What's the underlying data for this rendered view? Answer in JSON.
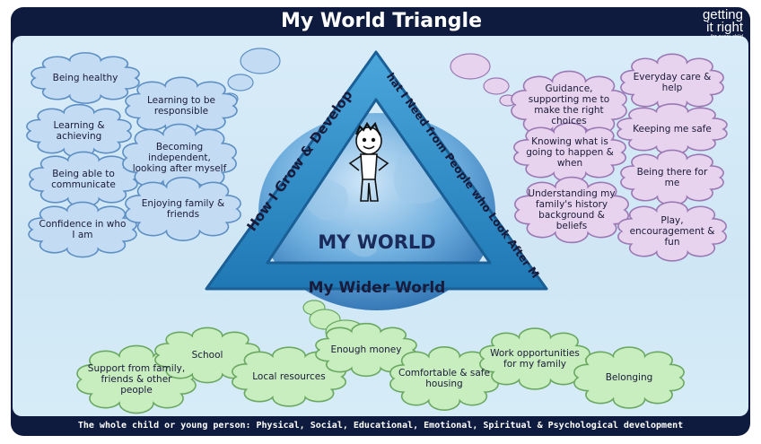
{
  "header": {
    "title": "My World Triangle",
    "brand_line1": "getting",
    "brand_line2": "it right",
    "brand_line3": "for every child"
  },
  "triangle": {
    "left_side": "How I Grow & Develop",
    "right_side": "What I Need from People who Look After Me",
    "bottom_side": "My Wider World",
    "center": "MY WORLD"
  },
  "left_clouds": [
    "Being healthy",
    "Learning & achieving",
    "Being able to communicate",
    "Confidence in who I am",
    "Learning to be responsible",
    "Becoming independent, looking after myself",
    "Enjoying family & friends"
  ],
  "right_clouds": [
    "Guidance, supporting me to make the right choices",
    "Knowing what is going to happen & when",
    "Understanding my family's history background & beliefs",
    "Everyday care & help",
    "Keeping me safe",
    "Being there for me",
    "Play, encouragement & fun"
  ],
  "bottom_clouds": [
    "Support from family, friends & other people",
    "School",
    "Local resources",
    "Enough money",
    "Comfortable & safe housing",
    "Work opportunities for my family",
    "Belonging"
  ],
  "footer": "The whole child or young person: Physical, Social, Educational, Emotional, Spiritual & Psychological development",
  "colors": {
    "frame": "#0e1b3e",
    "left_cloud": "#c3dcf3",
    "right_cloud": "#e7d3ee",
    "bottom_cloud": "#c8edbf",
    "triangle": "#2e8fc7"
  }
}
